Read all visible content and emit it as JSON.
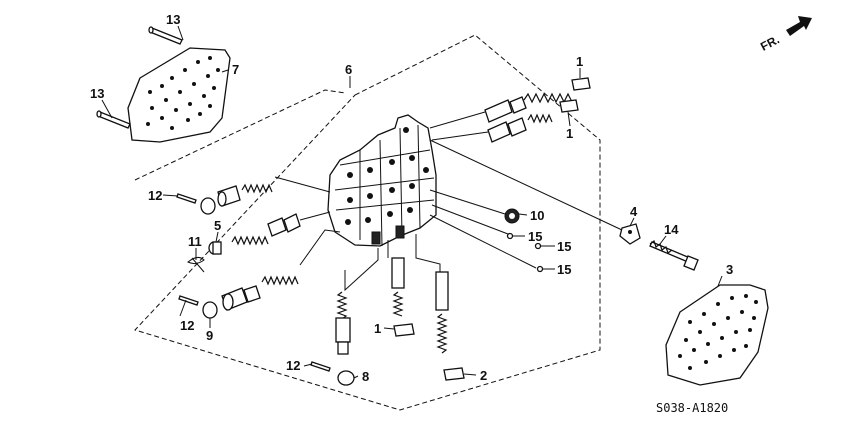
{
  "diagram": {
    "drawing_code": "S038-A1820",
    "direction_label": "FR.",
    "callouts": {
      "c1a": "1",
      "c1b": "1",
      "c1c": "1",
      "c2": "2",
      "c3": "3",
      "c4": "4",
      "c5": "5",
      "c6": "6",
      "c7": "7",
      "c8": "8",
      "c9": "9",
      "c10": "10",
      "c11": "11",
      "c12a": "12",
      "c12b": "12",
      "c12c": "12",
      "c13a": "13",
      "c13b": "13",
      "c14": "14",
      "c15a": "15",
      "c15b": "15",
      "c15c": "15"
    }
  }
}
